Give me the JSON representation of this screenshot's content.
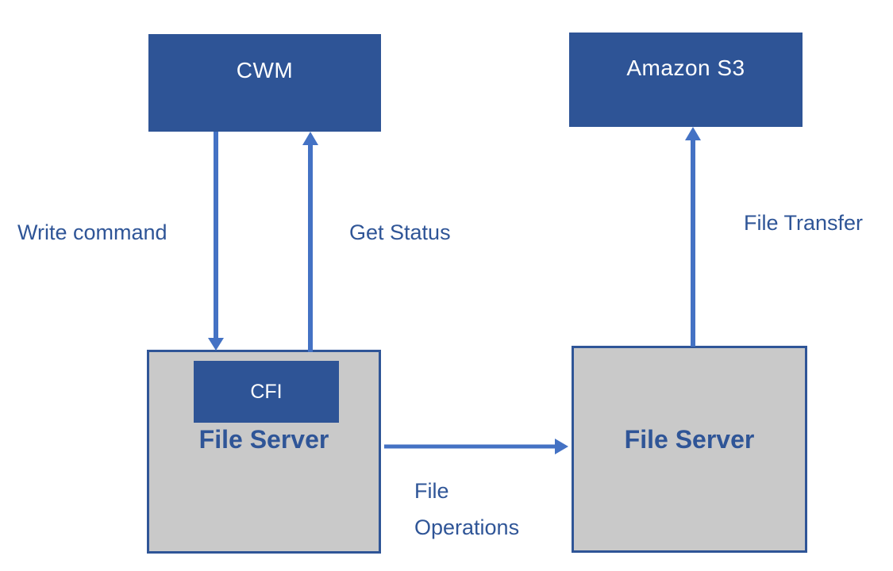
{
  "diagram": {
    "nodes": {
      "cwm": {
        "label": "CWM"
      },
      "amazon_s3": {
        "label": "Amazon S3"
      },
      "file_server_left": {
        "label": "File Server",
        "component": {
          "label": "CFI"
        }
      },
      "file_server_right": {
        "label": "File Server"
      }
    },
    "edges": {
      "write_command": {
        "label": "Write command",
        "from": "CWM",
        "to": "File Server (left)",
        "direction": "down"
      },
      "get_status": {
        "label": "Get Status",
        "from": "File Server (left)",
        "to": "CWM",
        "direction": "up"
      },
      "file_transfer": {
        "label": "File Transfer",
        "from": "File Server (right)",
        "to": "Amazon S3",
        "direction": "up"
      },
      "file_operations": {
        "label": "File\nOperations",
        "from": "File Server (left)",
        "to": "File Server (right)",
        "direction": "right"
      }
    },
    "colors": {
      "node_fill": "#2E5496",
      "node_text": "#FFFFFF",
      "server_fill": "#C9C9C9",
      "server_border": "#2F5597",
      "arrow": "#4472C4",
      "label_text": "#2F5597"
    }
  }
}
